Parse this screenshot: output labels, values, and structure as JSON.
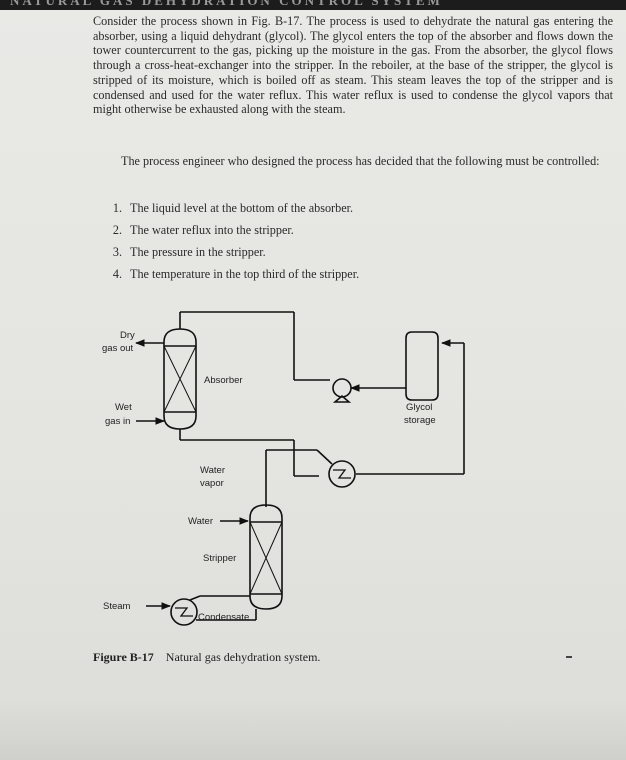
{
  "header": {
    "cut_text": "NATURAL GAS DEHYDRATION CONTROL SYSTEM"
  },
  "paragraphs": {
    "p1": "Consider the process shown in Fig. B-17. The process is used to dehydrate the natural gas entering the absorber, using a liquid dehydrant (glycol). The glycol enters the top of the absorber and flows down the tower countercurrent to the gas, picking up the moisture in the gas. From the absorber, the glycol flows through a cross-heat-exchanger into the stripper. In the reboiler, at the base of the stripper, the glycol is stripped of its moisture, which is boiled off as steam. This steam leaves the top of the stripper and is condensed and used for the water reflux. This water reflux is used to condense the glycol vapors that might otherwise be exhausted along with the steam.",
    "p2": "The process engineer who designed the process has decided that the following must be controlled:"
  },
  "list": [
    {
      "num": "1.",
      "text": "The liquid level at the bottom of the absorber."
    },
    {
      "num": "2.",
      "text": "The water reflux into the stripper."
    },
    {
      "num": "3.",
      "text": "The pressure in the stripper."
    },
    {
      "num": "4.",
      "text": "The temperature in the top third of the stripper."
    }
  ],
  "diagram": {
    "labels": {
      "dry_gas_1": "Dry",
      "dry_gas_2": "gas out",
      "absorber": "Absorber",
      "wet_gas_1": "Wet",
      "wet_gas_2": "gas in",
      "glycol_1": "Glycol",
      "glycol_2": "storage",
      "water_vapor_1": "Water",
      "water_vapor_2": "vapor",
      "water": "Water",
      "stripper": "Stripper",
      "steam": "Steam",
      "condensate": "Condensate"
    }
  },
  "caption": {
    "label": "Figure B-17",
    "text": "Natural gas dehydration system."
  }
}
